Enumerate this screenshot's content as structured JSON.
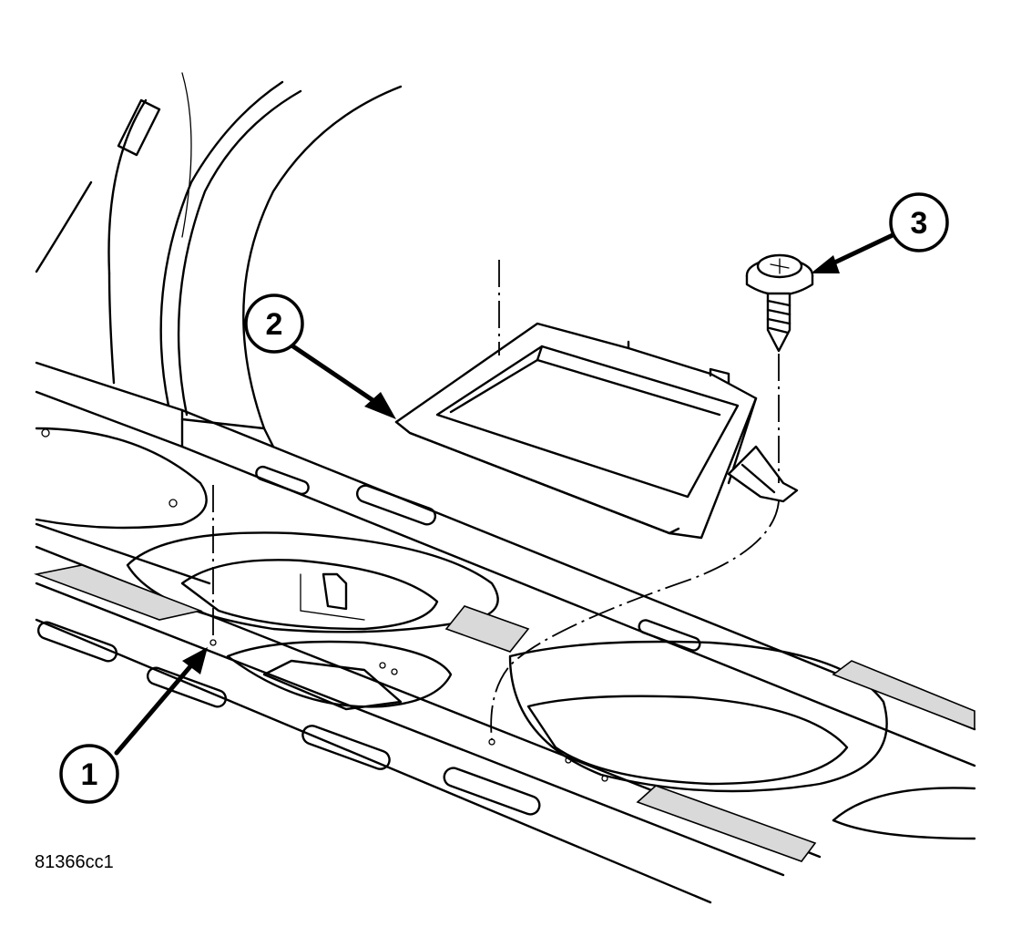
{
  "callouts": [
    {
      "label": "1",
      "part": "mounting-hole"
    },
    {
      "label": "2",
      "part": "tray"
    },
    {
      "label": "3",
      "part": "screw"
    }
  ],
  "figure_id": "81366cc1",
  "colors": {
    "line": "#000000",
    "background": "#ffffff",
    "shade": "#d9d9d9"
  }
}
